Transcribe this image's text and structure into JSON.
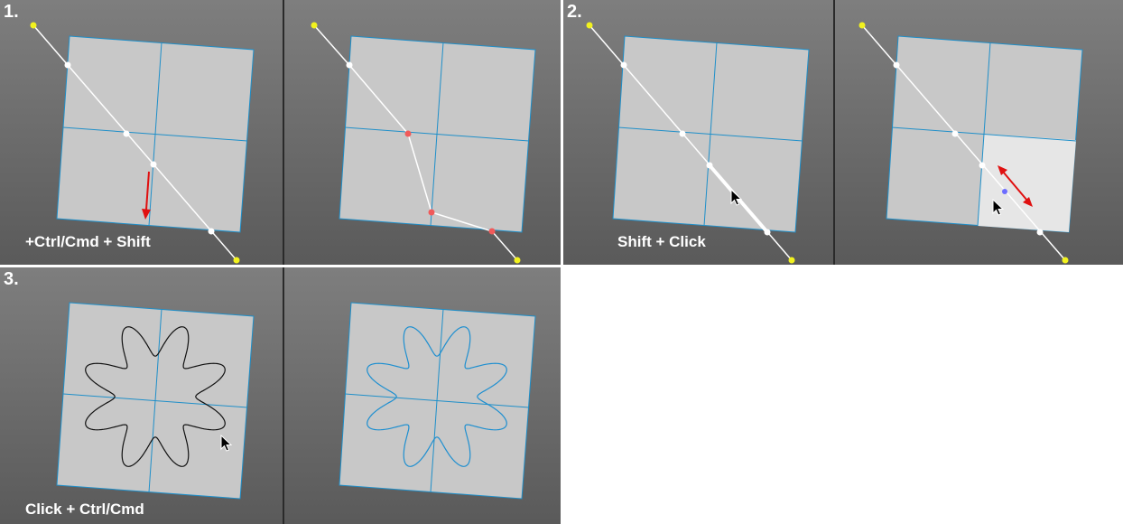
{
  "steps": [
    {
      "number": "1.",
      "caption": "+Ctrl/Cmd + Shift"
    },
    {
      "number": "2.",
      "caption": "Shift + Click"
    },
    {
      "number": "3.",
      "caption": "Click + Ctrl/Cmd"
    }
  ],
  "colors": {
    "background_top": "#7e7e7e",
    "background_bottom": "#5a5a5a",
    "plane_fill": "#c8c8c8",
    "plane_highlight": "#e6e6e6",
    "grid_line": "#1f8fc9",
    "spline": "#ffffff",
    "point_selected": "#f05a5a",
    "endpoint": "#f2f21e",
    "arrow": "#e01010",
    "hint_dot": "#6d6dff",
    "curve_black": "#111111",
    "curve_blue": "#1e8fd0"
  },
  "icons": [
    "mouse-cursor-icon",
    "drag-arrow-icon"
  ]
}
